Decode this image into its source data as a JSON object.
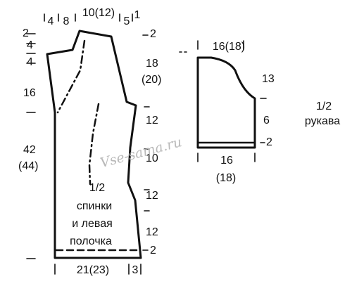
{
  "back_front": {
    "top_dims": [
      "4",
      "8",
      "10(12)",
      "5",
      "1"
    ],
    "left_top_marks": [
      "2",
      "4",
      "4"
    ],
    "right_top_mark": "2",
    "left_dims": [
      "16",
      "42",
      "(44)"
    ],
    "right_dims": [
      "18",
      "(20)",
      "12",
      "10",
      "12",
      "12"
    ],
    "bottom_mark": "2",
    "bottom_dims": [
      "21(23)",
      "3"
    ],
    "caption": [
      "1/2",
      "спинки",
      "и левая",
      "полочка"
    ]
  },
  "sleeve": {
    "top_dim": "16(18)",
    "right_dims": [
      "13",
      "6"
    ],
    "bottom_mark": "2",
    "bottom_dims": [
      "16",
      "(18)"
    ],
    "caption": [
      "1/2",
      "рукава"
    ]
  },
  "watermark": "Vse-sama.ru"
}
